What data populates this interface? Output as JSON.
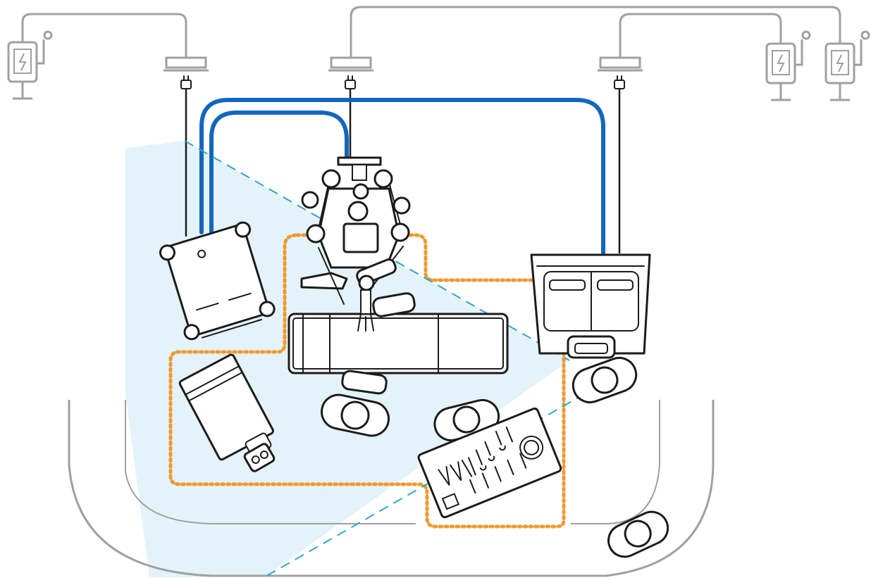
{
  "diagram": {
    "colors": {
      "cable": "#1366be",
      "sterile_field": "#ee9a33",
      "line_of_sight": "#2fa6c8",
      "vision_cone": "#e4f3f9",
      "room_outline": "#a0a0a0",
      "equipment_outline": "#1b1b1b"
    },
    "elements": [
      "wall-power-outlet",
      "ceiling-power-drop",
      "vision-cart",
      "patient-side-cart",
      "surgeon-console",
      "operating-table",
      "sterile-field",
      "instrument-table",
      "back-table",
      "anesthesia-workstation",
      "staff-member"
    ]
  }
}
